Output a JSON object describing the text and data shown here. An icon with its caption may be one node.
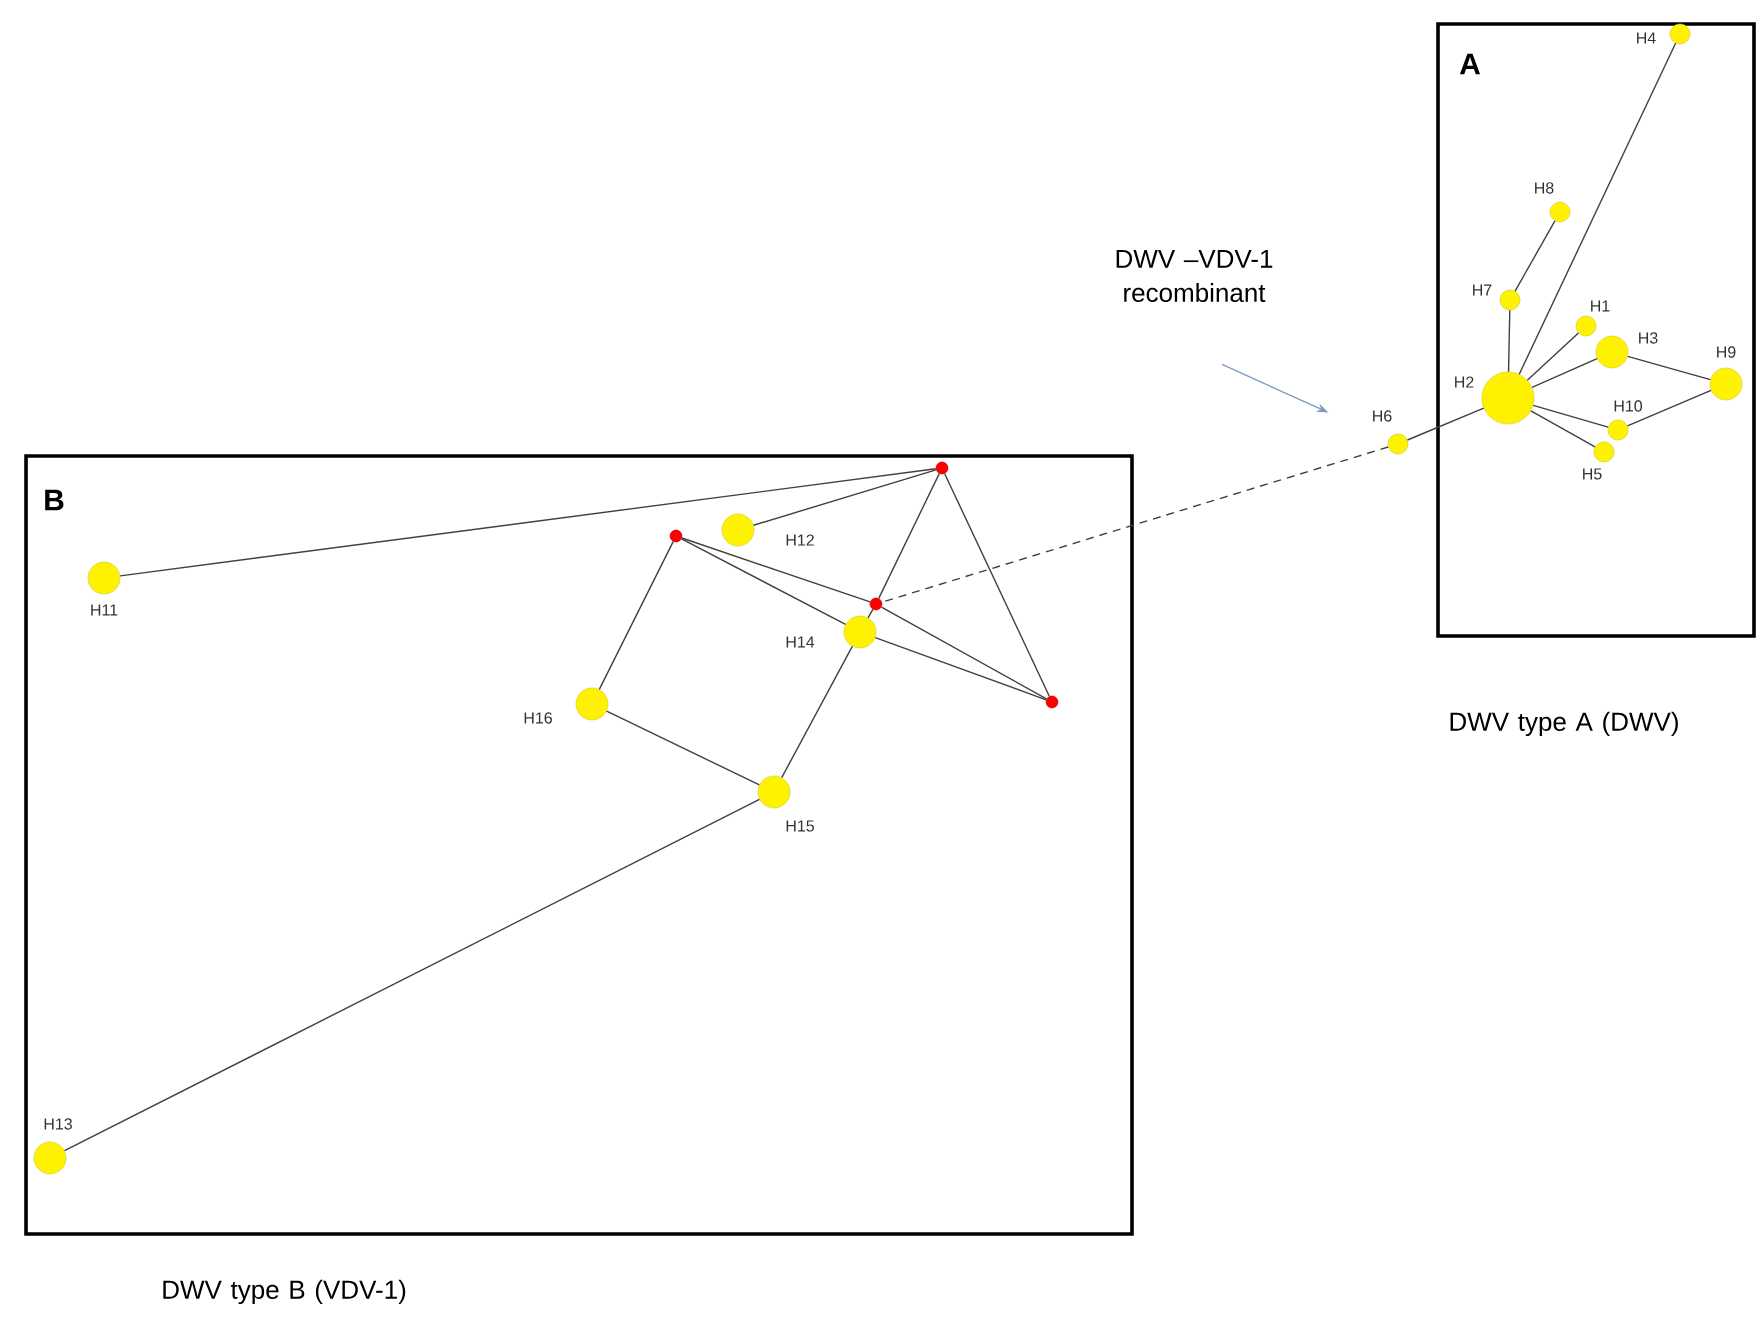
{
  "diagram": {
    "nodes": [
      {
        "text": [
          "A"
        ],
        "beside": [
          "DWV type A (DWV)"
        ]
      },
      {
        "text": [
          "H4"
        ],
        "in": 0
      },
      {
        "text": [
          "H8"
        ],
        "in": 0
      },
      {
        "text": [
          "H7"
        ],
        "in": 0
      },
      {
        "text": [
          "H1"
        ],
        "in": 0
      },
      {
        "text": [
          "H3"
        ],
        "in": 0
      },
      {
        "text": [
          "H2"
        ],
        "in": 0
      },
      {
        "text": [
          "H9"
        ],
        "in": 0
      },
      {
        "text": [
          "H10"
        ],
        "in": 0
      },
      {
        "text": [
          "H5"
        ],
        "in": 0
      },
      {
        "text": [
          "H6"
        ]
      },
      {
        "text": [
          "DWV –VDV-1 recombinant"
        ]
      },
      {
        "text": [
          "B"
        ],
        "beside": [
          "DWV type B (VDV-1)"
        ]
      },
      {
        "text": [],
        "shape": "circle",
        "in": 12
      },
      {
        "text": [
          "H11"
        ],
        "in": 12
      },
      {
        "text": [],
        "shape": "circle",
        "in": 12
      },
      {
        "text": [
          "H12"
        ],
        "in": 12
      },
      {
        "text": [],
        "shape": "circle",
        "in": 12
      },
      {
        "text": [
          "H14"
        ],
        "in": 12
      },
      {
        "text": [
          "H16"
        ],
        "in": 12
      },
      {
        "text": [
          "H15"
        ],
        "in": 12
      },
      {
        "text": [
          "H13"
        ],
        "in": 12
      },
      {
        "text": [],
        "shape": "circle",
        "in": 12
      }
    ],
    "edges": [
      {
        "from": 6,
        "to": 1,
        "arrow": "none"
      },
      {
        "from": 6,
        "to": 3,
        "arrow": "none"
      },
      {
        "from": 3,
        "to": 2,
        "arrow": "none"
      },
      {
        "from": 6,
        "to": 4,
        "arrow": "none"
      },
      {
        "from": 6,
        "to": 5,
        "arrow": "none"
      },
      {
        "from": 5,
        "to": 7,
        "arrow": "none"
      },
      {
        "from": 7,
        "to": 8,
        "arrow": "none"
      },
      {
        "from": 6,
        "to": 8,
        "arrow": "none"
      },
      {
        "from": 6,
        "to": 9,
        "arrow": "none"
      },
      {
        "from": 6,
        "to": 10,
        "arrow": "none"
      },
      {
        "from": 10,
        "to": 17,
        "arrow": "none",
        "style": "dashed"
      },
      {
        "from": 11,
        "to": 10,
        "arrow": "to",
        "color": "#7f9cc4"
      },
      {
        "from": 13,
        "to": 14,
        "arrow": "none"
      },
      {
        "from": 13,
        "to": 16,
        "arrow": "none"
      },
      {
        "from": 13,
        "to": 17,
        "arrow": "none"
      },
      {
        "from": 17,
        "to": 18,
        "arrow": "none"
      },
      {
        "from": 13,
        "to": 22,
        "arrow": "none"
      },
      {
        "from": 15,
        "to": 17,
        "arrow": "none"
      },
      {
        "from": 17,
        "to": 22,
        "arrow": "none"
      },
      {
        "from": 15,
        "to": 18,
        "arrow": "none"
      },
      {
        "from": 18,
        "to": 22,
        "arrow": "none"
      },
      {
        "from": 18,
        "to": 20,
        "arrow": "none"
      },
      {
        "from": 15,
        "to": 19,
        "arrow": "none"
      },
      {
        "from": 19,
        "to": 20,
        "arrow": "none"
      },
      {
        "from": 20,
        "to": 21,
        "arrow": "none"
      }
    ]
  }
}
